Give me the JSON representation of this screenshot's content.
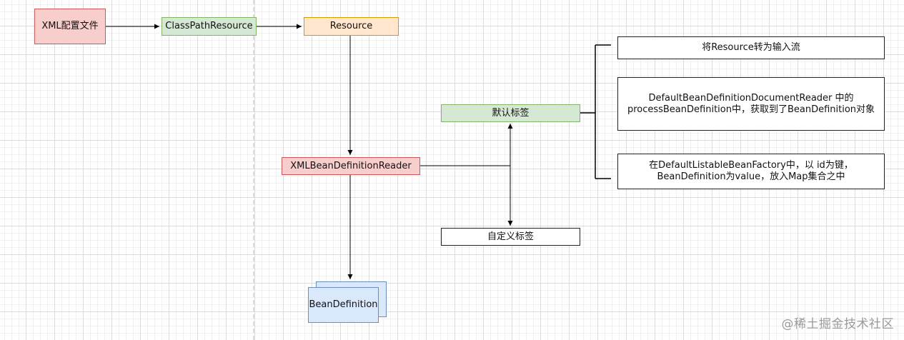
{
  "nodes": {
    "xml_config": "XML配置文件",
    "classpath_resource": "ClassPathResource",
    "resource": "Resource",
    "xml_reader": "XMLBeanDefinitionReader",
    "bean_definition": "BeanDefinition",
    "default_tag": "默认标签",
    "custom_tag": "自定义标签",
    "step1": "将Resource转为输入流",
    "step2": "DefaultBeanDefinitionDocumentReader 中的 processBeanDefinition中，获取到了BeanDefinition对象",
    "step3": "在DefaultListableBeanFactory中，以 id为键，BeanDefinition为value，放入Map集合之中"
  },
  "watermark": "@稀土掘金技术社区",
  "colors": {
    "red_fill": "#f8cecc",
    "green_fill": "#d5e8d4",
    "orange_fill": "#ffe6cc",
    "blue_fill": "#dae8fc"
  }
}
